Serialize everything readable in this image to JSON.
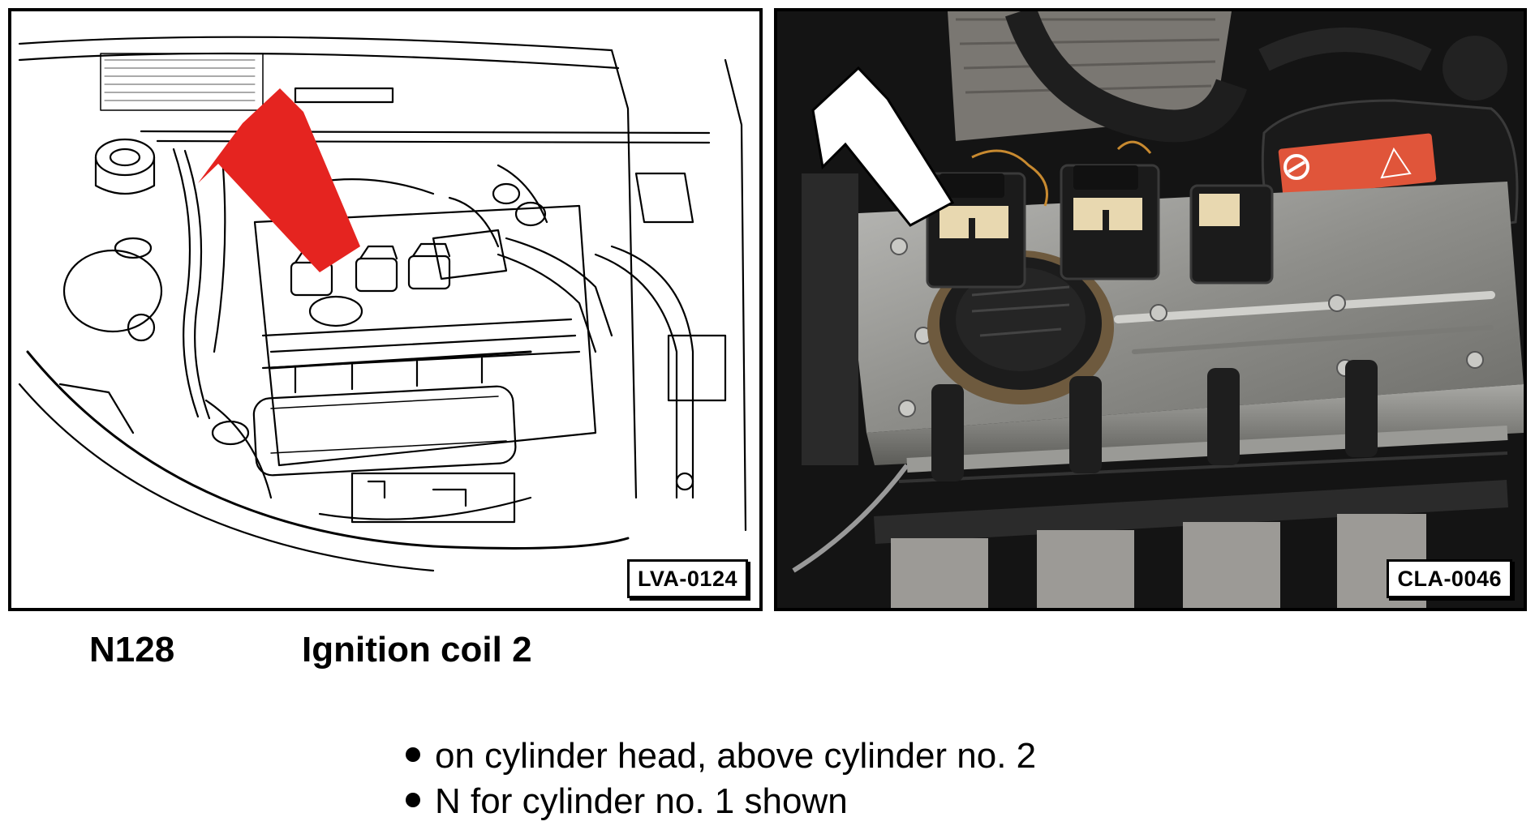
{
  "figure": {
    "left_image_ref": "LVA-0124",
    "right_image_ref": "CLA-0046"
  },
  "component": {
    "code": "N128",
    "name": "Ignition coil 2"
  },
  "notes": [
    "on cylinder head, above cylinder no. 2",
    "N for cylinder no. 1 shown"
  ],
  "colors": {
    "pointer_arrow_drawing": "#e52420",
    "pointer_arrow_photo": "#ffffff",
    "warning_label": "#e0553a",
    "coil_tag": "#e8d8b0"
  }
}
